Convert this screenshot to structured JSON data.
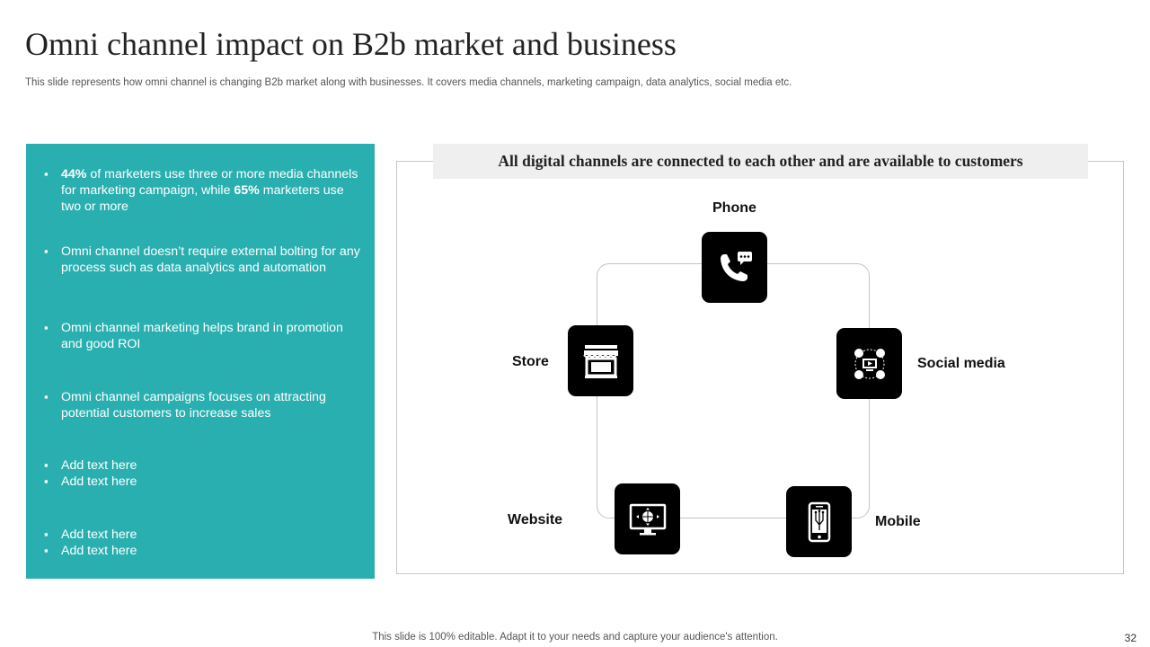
{
  "slide": {
    "title": "Omni channel impact on B2b market and business",
    "subtitle": "This slide represents how omni channel is changing B2b market along with businesses. It covers media channels, marketing campaign, data analytics, social media etc.",
    "footer": "This slide is 100% editable. Adapt it to your needs and capture your audience's attention.",
    "page_number": "32"
  },
  "left_panel": {
    "bullet1": {
      "pct_a": "44%",
      "text_a": " of marketers use three or more media channels for marketing campaign, while ",
      "pct_b": "65%",
      "text_b": " marketers use two or more"
    },
    "bullets": [
      "Omni channel doesn’t require external bolting for any process such as data analytics and automation",
      "Omni channel marketing helps brand in promotion and good ROI",
      "Omni channel campaigns focuses on attracting potential customers to increase sales",
      "Add text here",
      "Add text here",
      "Add text here",
      "Add text here"
    ]
  },
  "diagram": {
    "banner": "All digital channels are connected to each other and are available to customers",
    "nodes": {
      "phone": {
        "label": "Phone",
        "icon": "phone-chat-icon"
      },
      "store": {
        "label": "Store",
        "icon": "storefront-icon"
      },
      "social": {
        "label": "Social media",
        "icon": "social-network-icon"
      },
      "website": {
        "label": "Website",
        "icon": "website-globe-icon"
      },
      "mobile": {
        "label": "Mobile",
        "icon": "mobile-app-icon"
      }
    }
  },
  "colors": {
    "panel_bg": "#2aafb0",
    "node_bg": "#000000",
    "banner_bg": "#efefef"
  }
}
